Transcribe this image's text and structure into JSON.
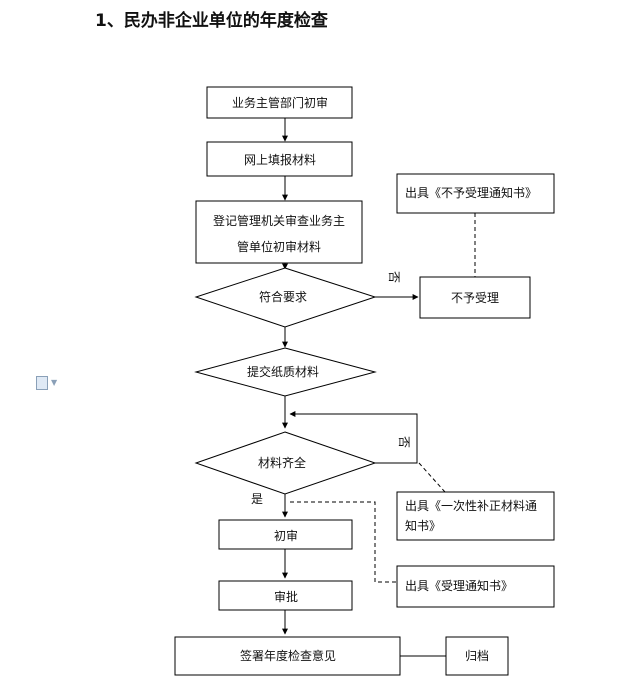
{
  "document": {
    "section_title": "1、民办非企业单位的年度检查",
    "side_icon": "document-icon"
  },
  "flowchart": {
    "steps": {
      "step1": "业务主管部门初审",
      "step2": "网上填报材料",
      "step3_line1": "登记管理机关审查业务主",
      "step3_line2": "管单位初审材料",
      "decision1": "符合要求",
      "decision2": "提交纸质材料",
      "decision3": "材料齐全",
      "first_review": "初审",
      "approval": "审批",
      "sign": "签署年度检查意见",
      "archive": "归档"
    },
    "branches": {
      "reject": "不予受理",
      "no_label_1": "否",
      "no_label_2": "否",
      "yes_label": "是"
    },
    "notices": {
      "not_accepted": "出具《不予受理通知书》",
      "supplement_line1": "出具《一次性补正材料通",
      "supplement_line2": "知书》",
      "accepted": "出具《受理通知书》"
    }
  }
}
